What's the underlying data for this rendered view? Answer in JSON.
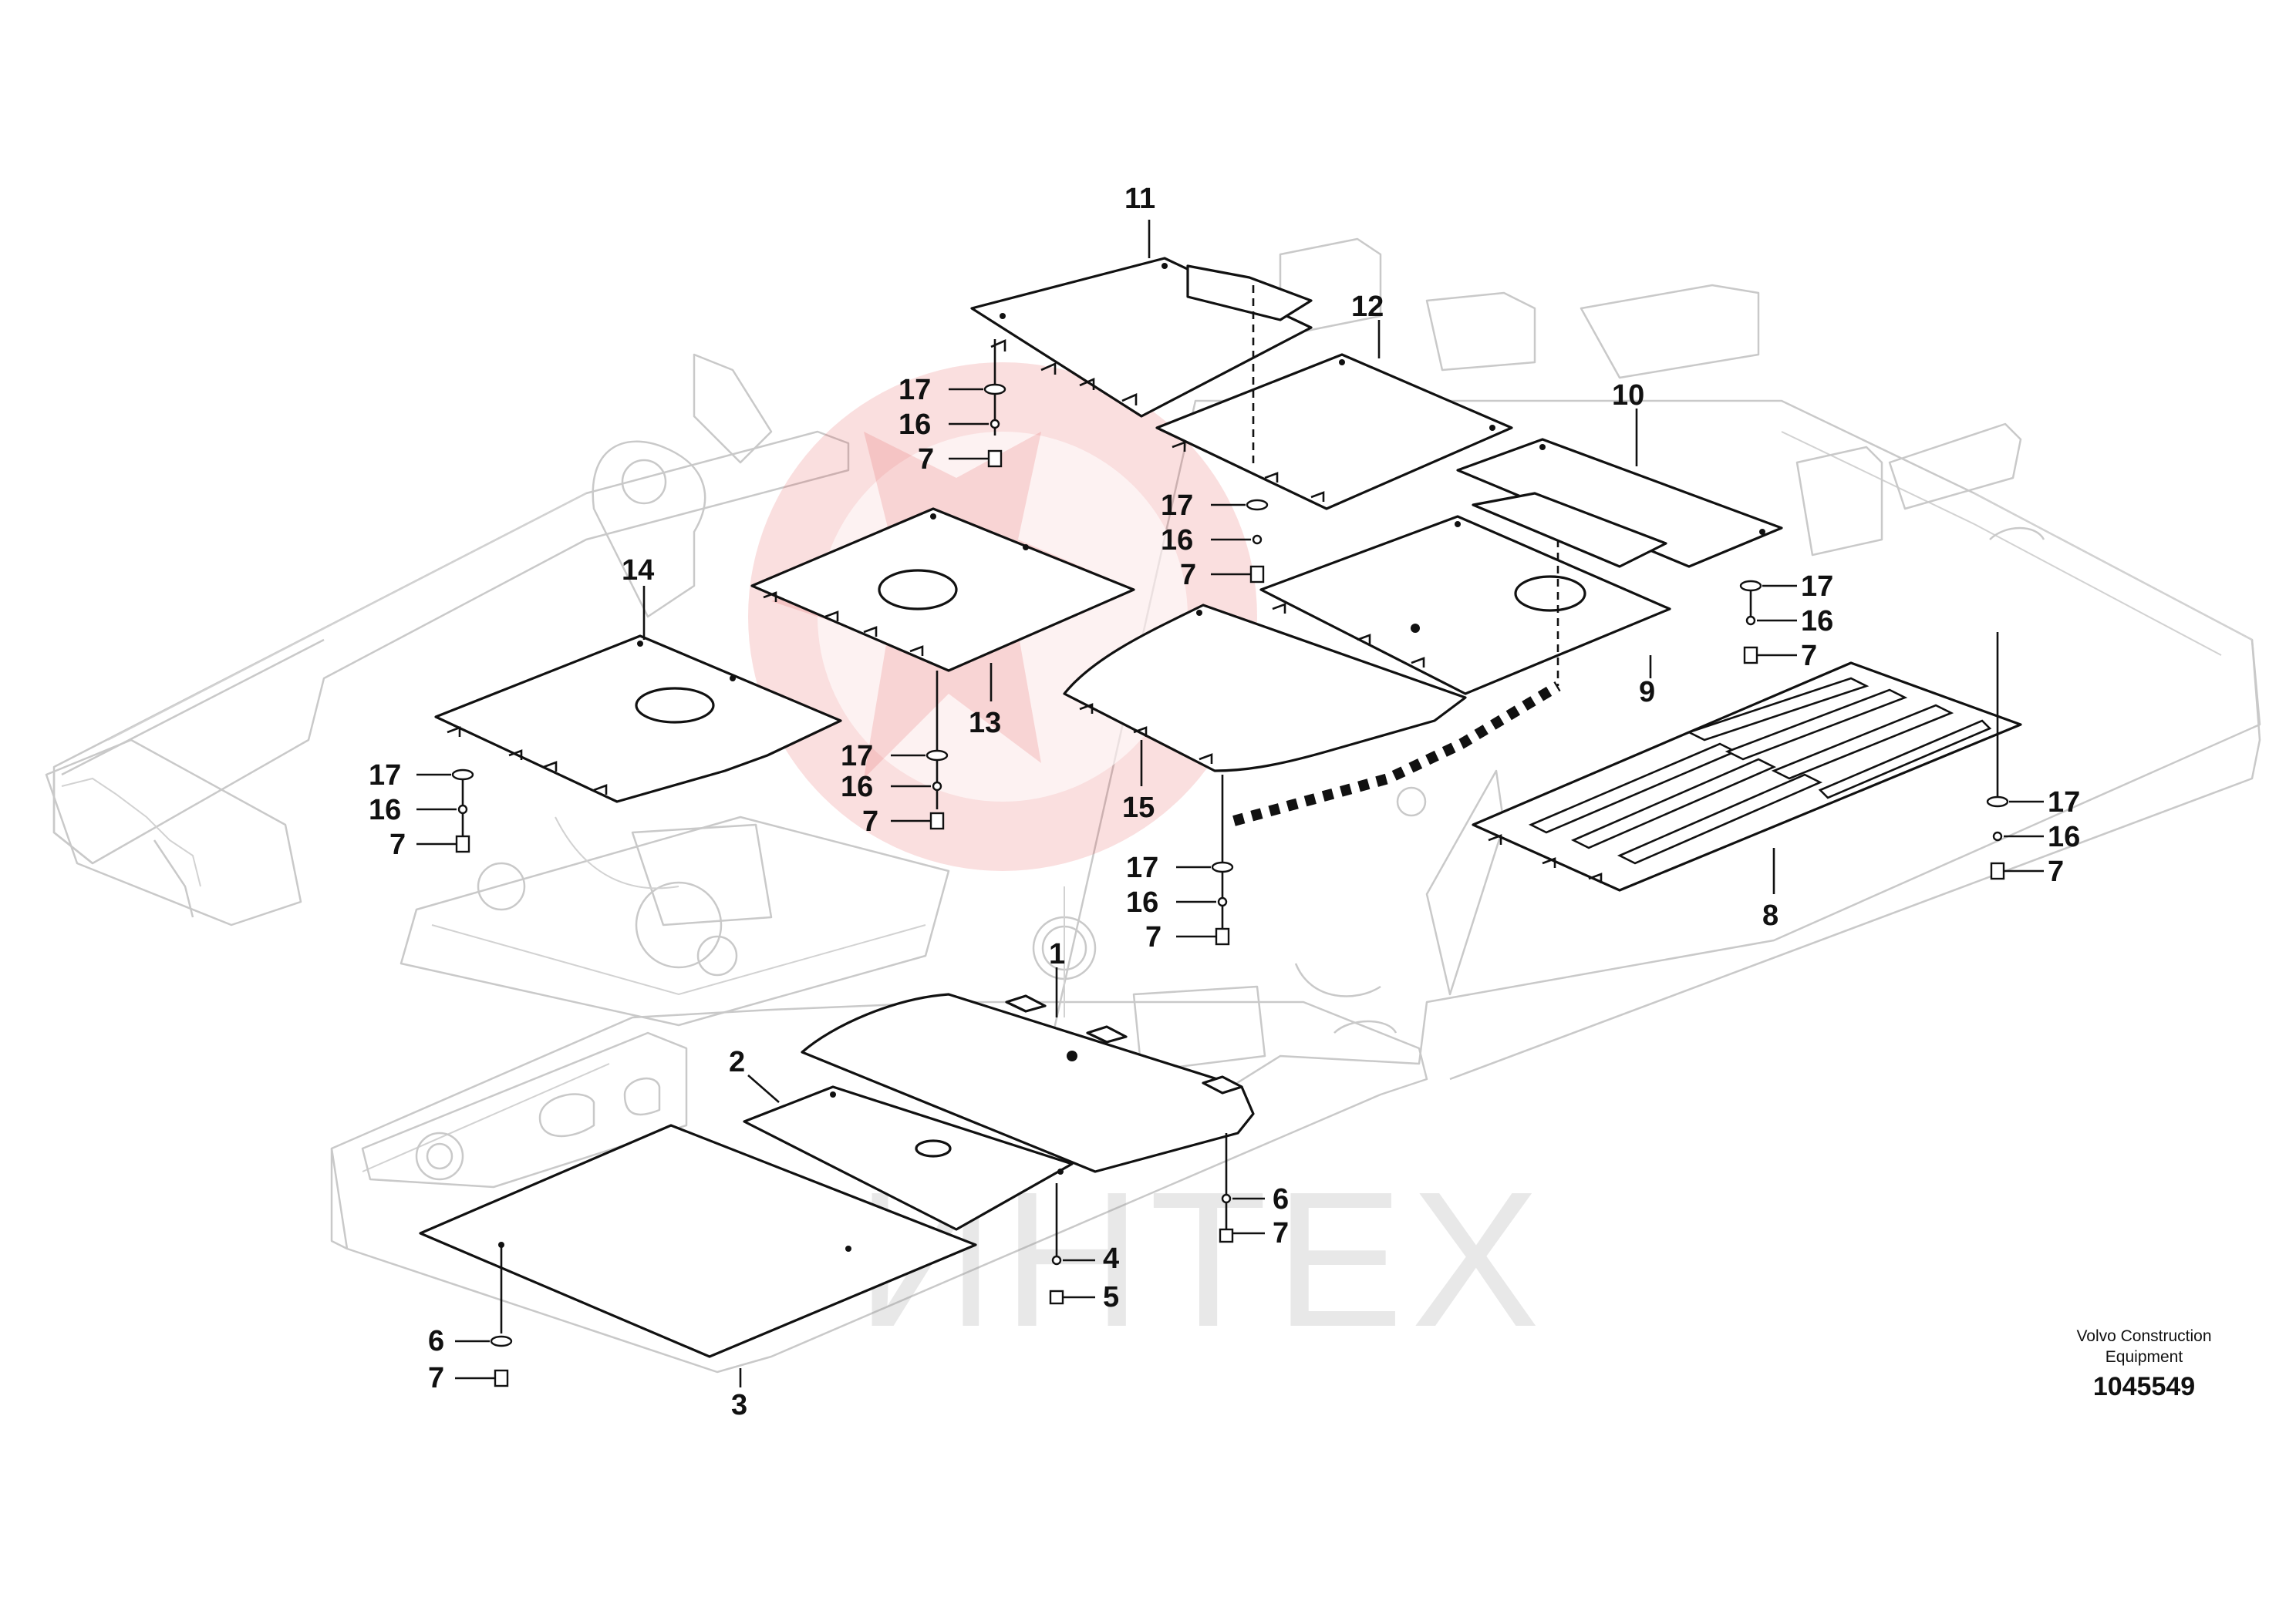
{
  "figure": {
    "brand_line1": "Volvo Construction",
    "brand_line2": "Equipment",
    "drawing_number": "1045549",
    "watermark_text": "ИНТЕХ"
  },
  "callouts": {
    "c1": "1",
    "c2": "2",
    "c3": "3",
    "c4": "4",
    "c5": "5",
    "c6": "6",
    "c7": "7",
    "c8": "8",
    "c9": "9",
    "c10": "10",
    "c11": "11",
    "c12": "12",
    "c13": "13",
    "c14": "14",
    "c15": "15",
    "c16": "16",
    "c17": "17"
  },
  "colors": {
    "line": "#111111",
    "frame": "#c9c9c9",
    "watermark_logo": "#e23a3a"
  }
}
